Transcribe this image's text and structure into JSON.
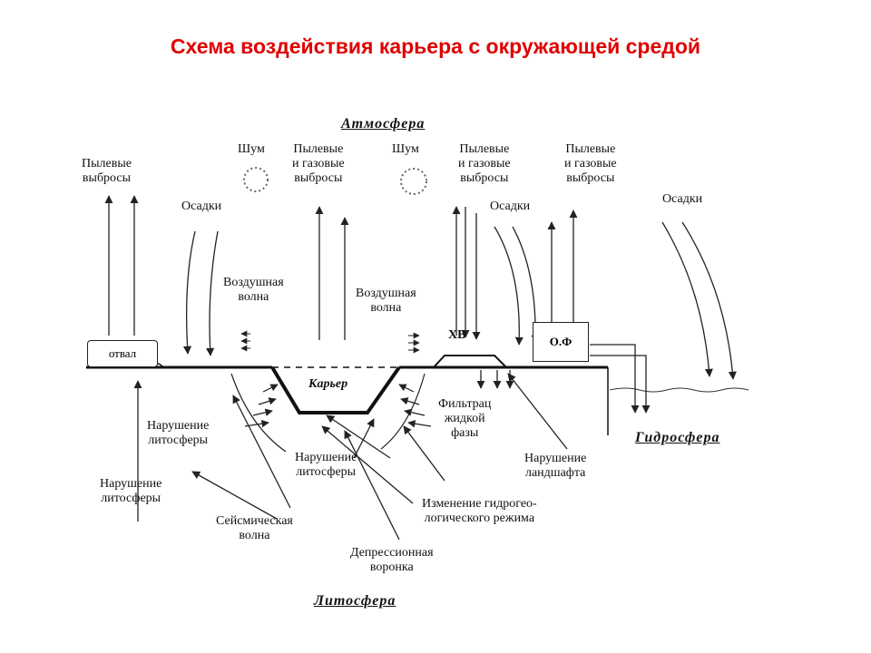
{
  "title": "Схема воздействия карьера с окружающей средой",
  "spheres": {
    "atmosphere": "Атмосфера",
    "hydrosphere": "Гидросфера",
    "lithosphere": "Литосфера"
  },
  "labels": {
    "dust_emissions_left": "Пылевые\nвыбросы",
    "noise_1": "Шум",
    "dust_gas_1": "Пылевые\nи газовые\nвыбросы",
    "noise_2": "Шум",
    "dust_gas_2": "Пылевые\nи газовые\nвыбросы",
    "dust_gas_3": "Пылевые\nи газовые\nвыбросы",
    "precip_1": "Осадки",
    "precip_2": "Осадки",
    "precip_3": "Осадки",
    "air_wave_1": "Воздушная\nволна",
    "air_wave_2": "Воздушная\nволна",
    "dump": "отвал",
    "pit": "Карьер",
    "hv": "ХВ",
    "of": "О.Ф",
    "litho_disturb_1": "Нарушение\nлитосферы",
    "litho_disturb_2": "Нарушение\nлитосферы",
    "litho_disturb_3": "Нарушение\nлитосферы",
    "filtration": "Фильтрац\nжидкой\nфазы",
    "landscape": "Нарушение\nландшафта",
    "hydro_change": "Изменение гидрогео-\nлогического режима",
    "seismic": "Сейсмическая\nволна",
    "depression": "Депрессионная\nворонка"
  }
}
